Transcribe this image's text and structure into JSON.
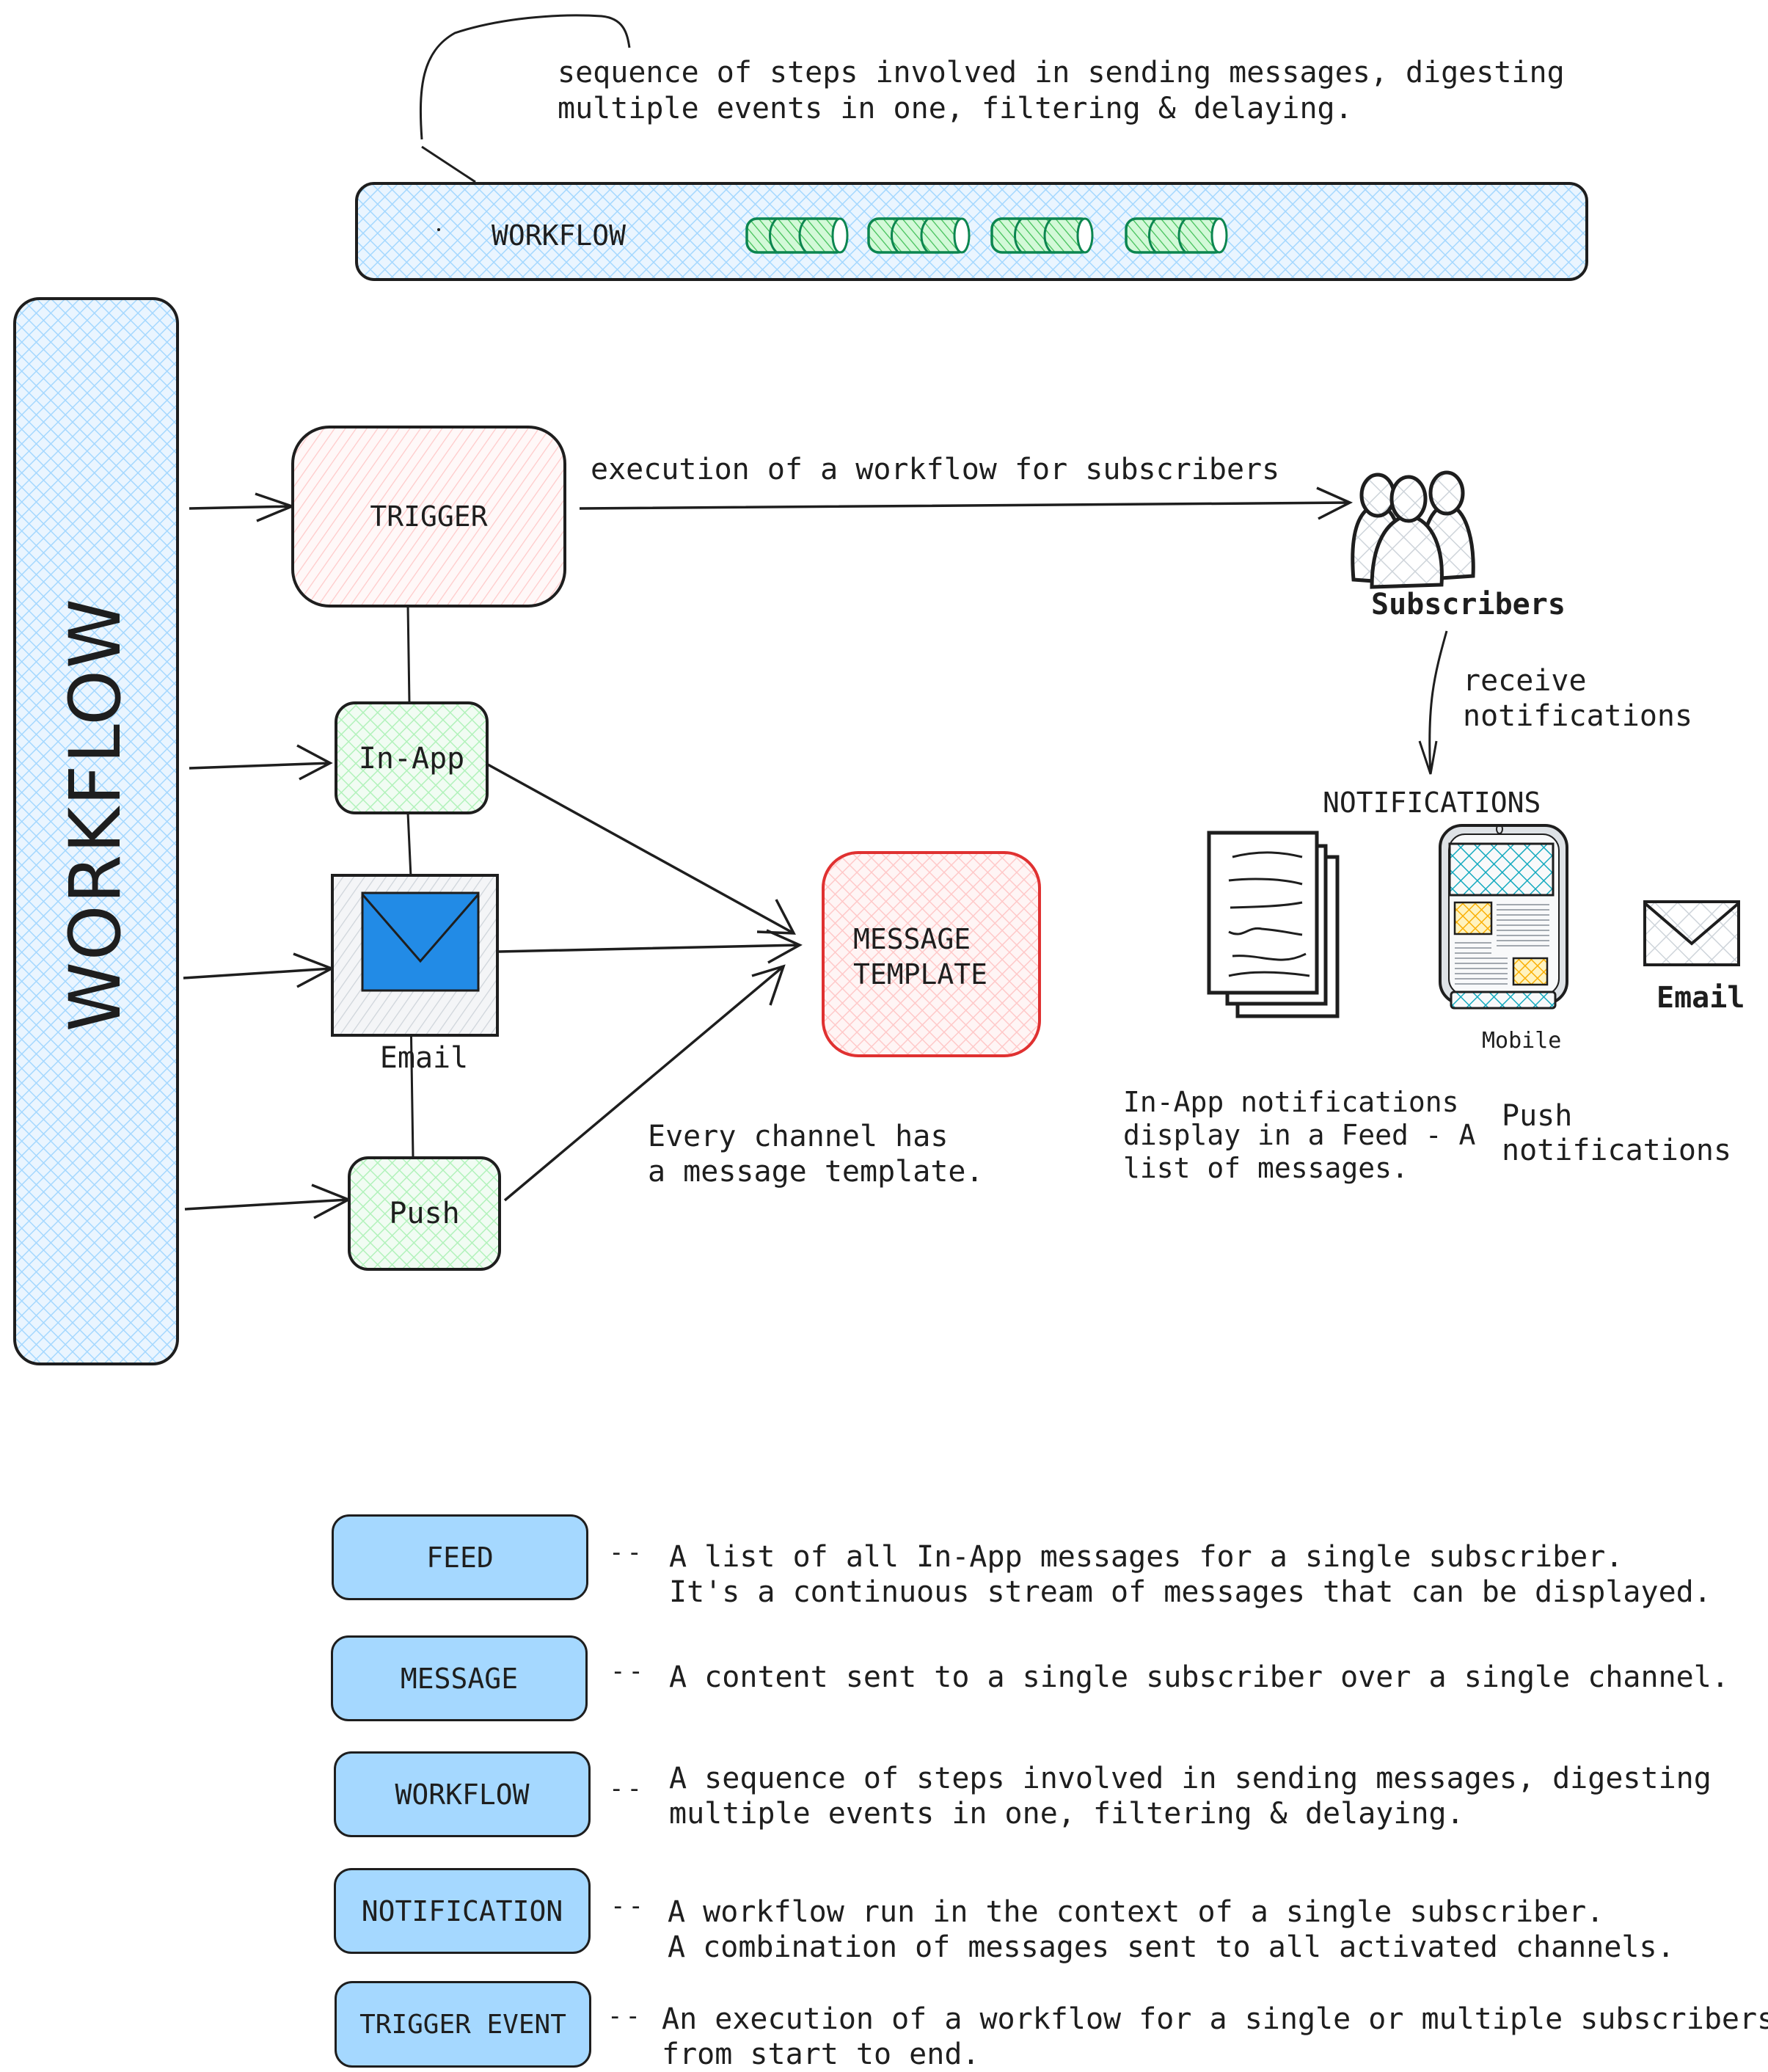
{
  "top_section": {
    "callout_text_line1": "sequence of steps involved in sending messages, digesting",
    "callout_text_line2": "multiple events in one, filtering & delaying.",
    "workflow_bar_label": "WORKFLOW",
    "step_icon_count": 4
  },
  "main_diagram": {
    "vertical_title": "WORKFLOW",
    "trigger_label": "TRIGGER",
    "trigger_edge_label": "execution of a workflow for subscribers",
    "channels": [
      {
        "id": "in-app",
        "label": "In-App"
      },
      {
        "id": "email",
        "label": "Email"
      },
      {
        "id": "push",
        "label": "Push"
      }
    ],
    "message_template_line1": "MESSAGE",
    "message_template_line2": "TEMPLATE",
    "template_note_line1": "Every channel has",
    "template_note_line2": "a message template.",
    "subscribers_label": "Subscribers",
    "receive_label_line1": "receive",
    "receive_label_line2": "notifications",
    "notifications_title": "NOTIFICATIONS",
    "mobile_label": "Mobile",
    "email_label": "Email",
    "inapp_note_line1": "In-App notifications",
    "inapp_note_line2": "display in a Feed - A",
    "inapp_note_line3": "list of messages.",
    "push_note_line1": "Push",
    "push_note_line2": "notifications"
  },
  "colors": {
    "workflow_blue": "#a5d8ff",
    "trigger_red": "#ffc9c9",
    "template_border_red": "#e03131",
    "channel_green": "#b2f2bb",
    "step_green": "#0c8650",
    "envelope_blue": "#228be6",
    "mobile_teal": "#15aabf",
    "mobile_yellow": "#fab005",
    "stroke": "#1e1e1e"
  },
  "glossary": [
    {
      "term": "FEED",
      "dash": "--",
      "line1": "A list of all In-App messages for a single subscriber.",
      "line2": "It's a continuous stream of messages that can be displayed."
    },
    {
      "term": "MESSAGE",
      "dash": "--",
      "line1": "A content sent to a single subscriber over a single channel.",
      "line2": ""
    },
    {
      "term": "WORKFLOW",
      "dash": "--",
      "line1": "A sequence of steps involved in sending messages, digesting",
      "line2": "multiple events in one, filtering & delaying."
    },
    {
      "term": "NOTIFICATION",
      "dash": "--",
      "line1": "A workflow run in the context of a single subscriber.",
      "line2": "A combination of messages sent to all activated channels."
    },
    {
      "term": "TRIGGER EVENT",
      "dash": "--",
      "line1": "An execution of a workflow for a single or multiple subscribers",
      "line2": "from start to end."
    }
  ]
}
